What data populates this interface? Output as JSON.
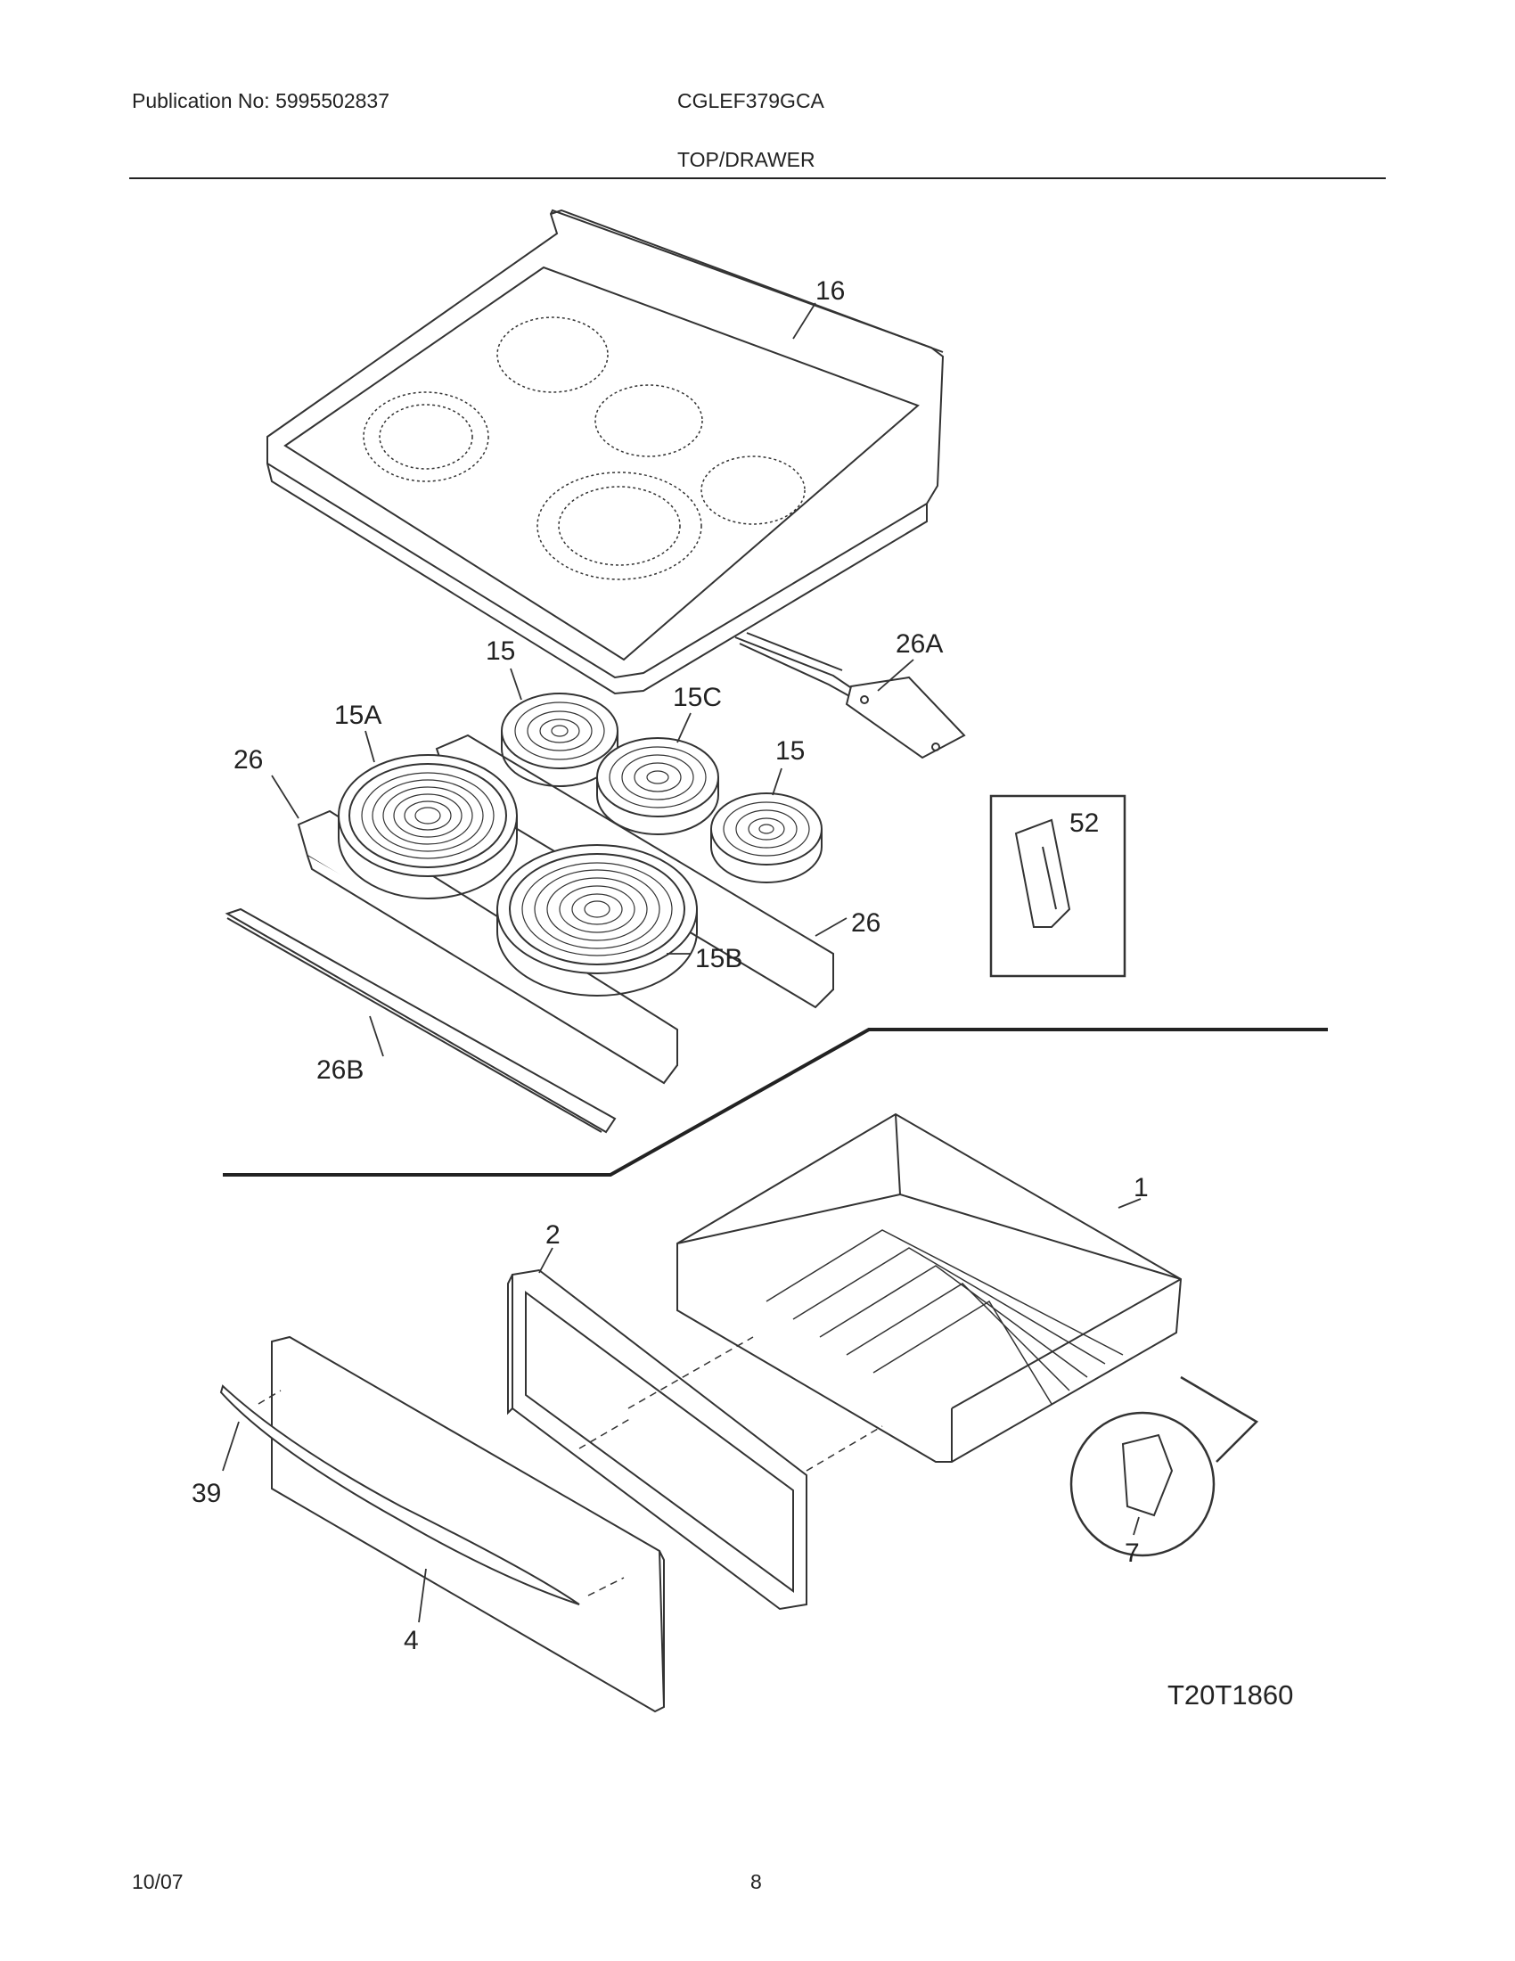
{
  "header": {
    "publication": "Publication No: 5995502837",
    "model": "CGLEF379GCA",
    "section_title": "TOP/DRAWER"
  },
  "callouts": {
    "c16": "16",
    "c26A": "26A",
    "c15_left": "15",
    "c15A": "15A",
    "c15C": "15C",
    "c15_right": "15",
    "c26_left": "26",
    "c52": "52",
    "c26_right": "26",
    "c15B": "15B",
    "c26B": "26B",
    "c1": "1",
    "c2": "2",
    "c39": "39",
    "c4": "4",
    "c7": "7"
  },
  "drawing_id": "T20T1860",
  "footer": {
    "date": "10/07",
    "page": "8"
  }
}
